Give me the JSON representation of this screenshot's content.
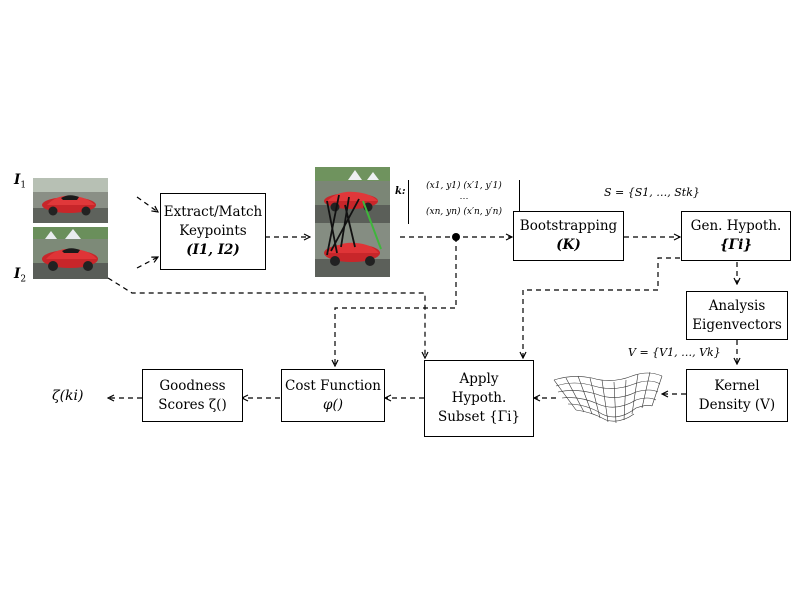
{
  "inputs": {
    "image1_label": "I",
    "image1_sub": "1",
    "image2_label": "I",
    "image2_sub": "2"
  },
  "keypoints_box": {
    "line1": "Extract/Match",
    "line2": "Keypoints",
    "line3": "(I1, I2)"
  },
  "matches_label": {
    "k": "k:",
    "row1": "(x1, y1)   (x′1, y′1)",
    "row2": "⋯",
    "row3": "(xn, yn)  (x′n, y′n)"
  },
  "set_s_label": "S = {S1, …, Stk}",
  "bootstrapping_box": {
    "line1": "Bootstrapping",
    "line2": "(K)"
  },
  "gen_hypoth_box": {
    "line1": "Gen. Hypoth.",
    "line2": "{Γi}"
  },
  "analysis_box": {
    "line1": "Analysis",
    "line2": "Eigenvectors"
  },
  "set_v_label": "V = {V1, …, Vk}",
  "kernel_box": {
    "line1": "Kernel",
    "line2": "Density (V)"
  },
  "apply_box": {
    "line1": "Apply",
    "line2": "Hypoth.",
    "line3": "Subset {Γi}"
  },
  "cost_box": {
    "line1": "Cost Function",
    "line2": "φ()"
  },
  "goodness_box": {
    "line1": "Goodness",
    "line2": "Scores ζ()"
  },
  "output_label": "ζ(ki)"
}
